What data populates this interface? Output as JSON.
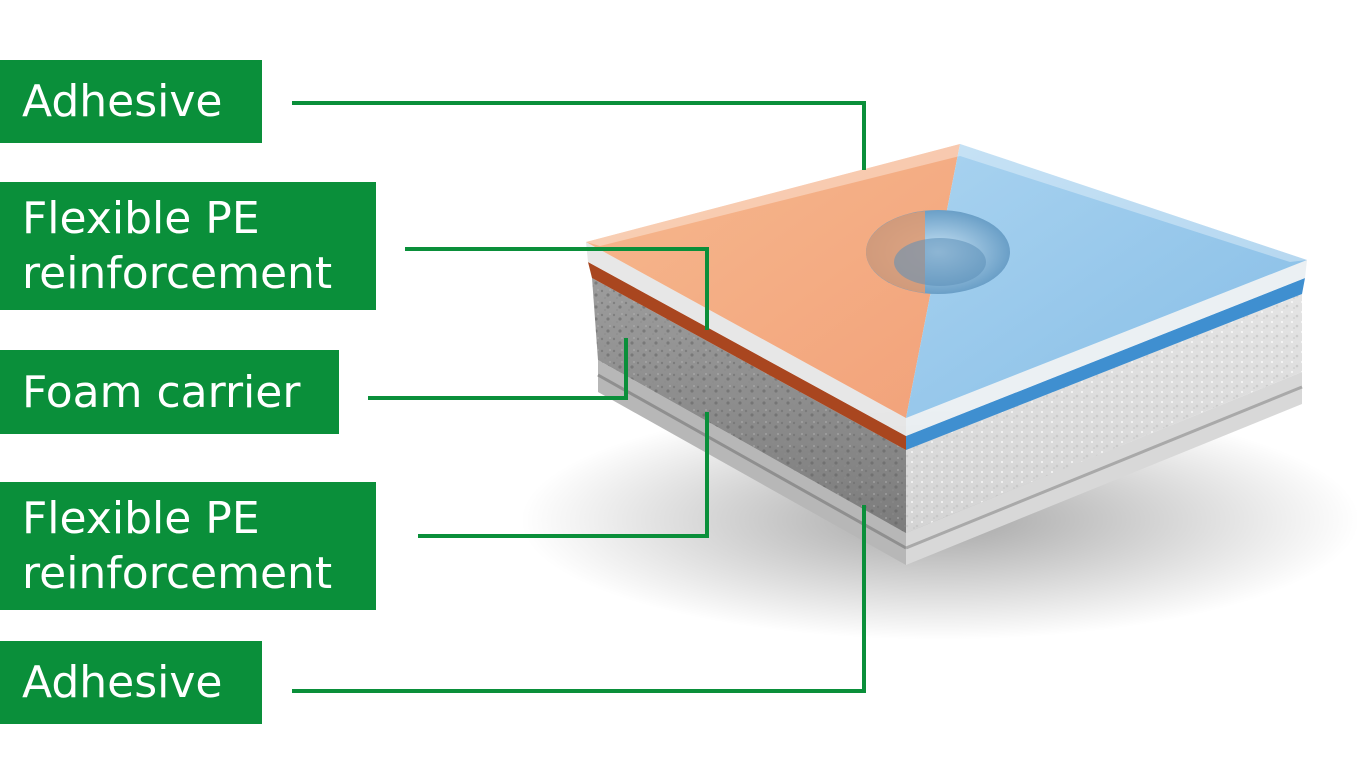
{
  "labels": {
    "adhesive_top": [
      "Adhesive"
    ],
    "pe_top": [
      "Flexible PE",
      "reinforcement"
    ],
    "foam": [
      "Foam carrier"
    ],
    "pe_bottom": [
      "Flexible PE",
      "reinforcement"
    ],
    "adhesive_bottom": [
      "Adhesive"
    ]
  },
  "colors": {
    "label_bg": "#0a8f3a",
    "label_text": "#ffffff",
    "leader_line": "#0a8f3a",
    "adhesive_copper": "#f2a97c",
    "adhesive_blue": "#8ec3e6",
    "pe_copper": "#a9461f",
    "pe_blue": "#3f8fd0",
    "foam": "#c9c9c9",
    "bottom_liner": "#bdbdbd"
  }
}
